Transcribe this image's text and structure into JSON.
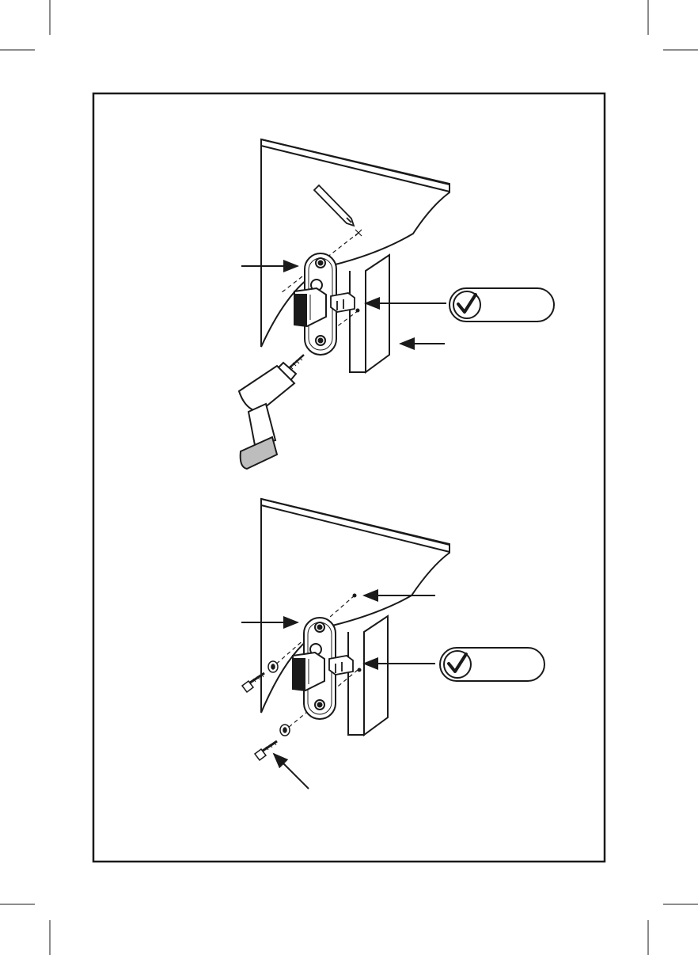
{
  "page": {
    "background": "#ffffff",
    "ink_color": "#1a1a1a",
    "fill_gray": "#bdbdbd",
    "fill_light": "#e6e6e6"
  },
  "steps": [
    {
      "panel": "top",
      "tools": [
        "pencil-icon",
        "drill-icon"
      ],
      "check_icon": "checkmark-icon",
      "callout_arrows": 3
    },
    {
      "panel": "bottom",
      "hardware": [
        "screw-icon",
        "washer-icon"
      ],
      "check_icon": "checkmark-icon",
      "callout_arrows": 4
    }
  ]
}
